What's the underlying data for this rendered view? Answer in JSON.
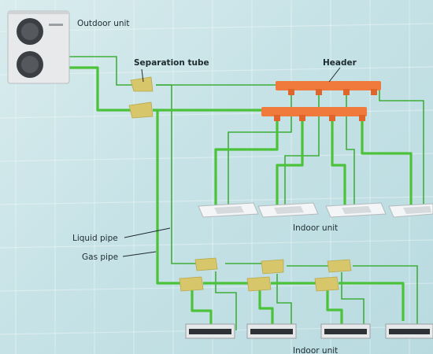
{
  "labels": {
    "outdoor_unit": "Outdoor unit",
    "separation_tube": "Separation tube",
    "header": "Header",
    "indoor_unit_cassette": "Indoor unit",
    "liquid_pipe": "Liquid pipe",
    "gas_pipe": "Gas pipe",
    "indoor_unit_duct": "Indoor unit"
  },
  "colors": {
    "background": "#c6e2e6",
    "gas_pipe": "#4cc23a",
    "liquid_pipe": "#3fae3a",
    "header": "#f07a3c",
    "separation_tube": "#d8c66a",
    "outdoor_unit_body": "#e7e9ea",
    "fan_grille": "#3b3f43"
  },
  "components": {
    "outdoor_unit_count": 1,
    "header_count": 2,
    "ceiling_cassette_count": 4,
    "duct_unit_count": 4,
    "separation_tube_count": 8
  }
}
